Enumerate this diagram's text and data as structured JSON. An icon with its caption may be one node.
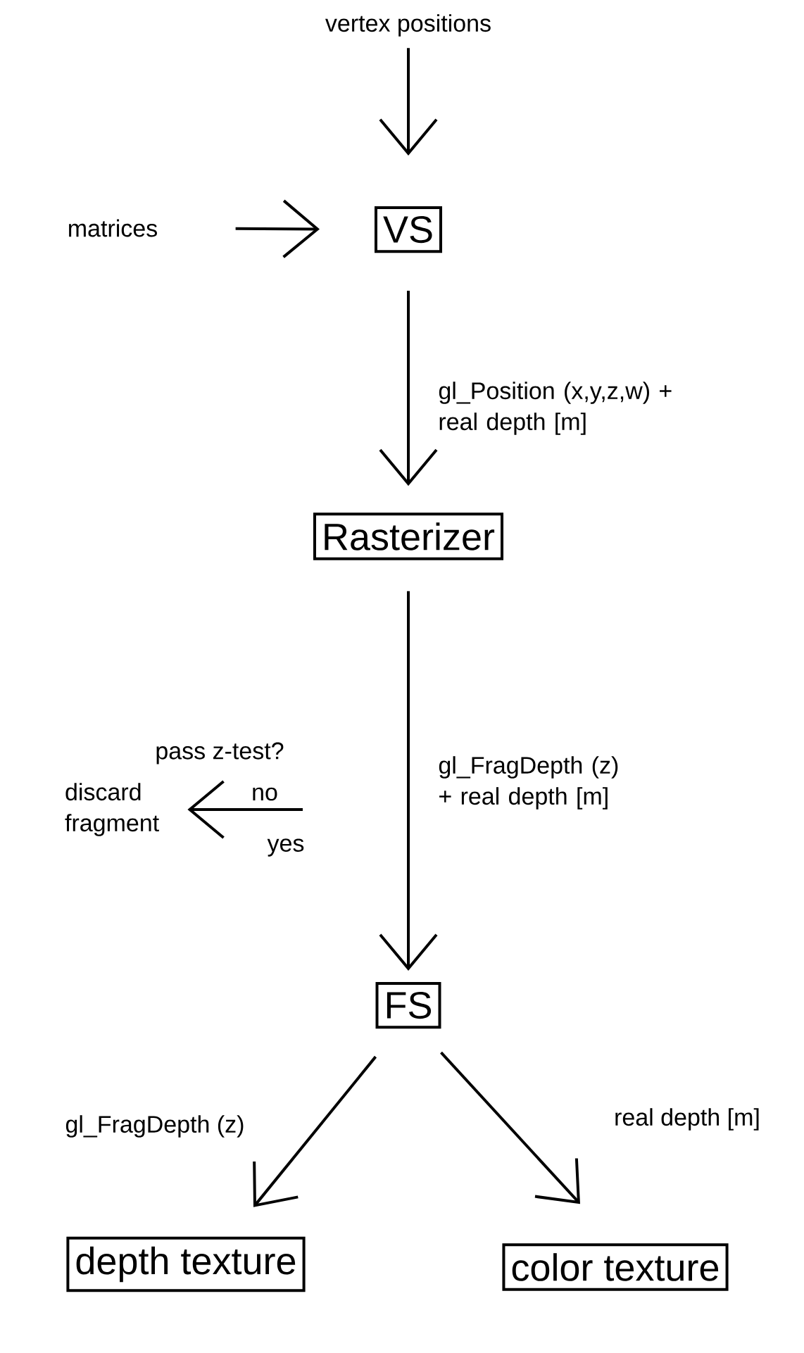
{
  "diagram": {
    "nodes": [
      {
        "text": [
          "vertex positions"
        ]
      },
      {
        "text": [
          "VS"
        ]
      },
      {
        "text": [
          "matrices"
        ]
      },
      {
        "text": [
          "Rasterizer"
        ]
      },
      {
        "text": [
          "discard fragment"
        ]
      },
      {
        "text": [
          "FS"
        ]
      },
      {
        "text": [
          "depth texture"
        ]
      },
      {
        "text": [
          "color texture"
        ]
      }
    ],
    "edges": [
      {
        "from": 0,
        "to": 1,
        "arrow": "to"
      },
      {
        "from": 2,
        "to": 1,
        "arrow": "to"
      },
      {
        "from": 1,
        "to": 3,
        "arrow": "to",
        "label": "gl_Position (x,y,z,w) + real depth [m]"
      },
      {
        "from": 3,
        "to": 5,
        "arrow": "to",
        "label": "gl_FragDepth (z) + real depth [m]"
      },
      {
        "from": null,
        "to": 4,
        "arrow": "to",
        "label": "no"
      },
      {
        "from": 5,
        "to": 6,
        "arrow": "to",
        "label": "gl_FragDepth (z)"
      },
      {
        "from": 5,
        "to": 7,
        "arrow": "to",
        "label": "real depth [m]"
      }
    ],
    "labels": [
      "pass z-test?",
      "yes"
    ]
  }
}
